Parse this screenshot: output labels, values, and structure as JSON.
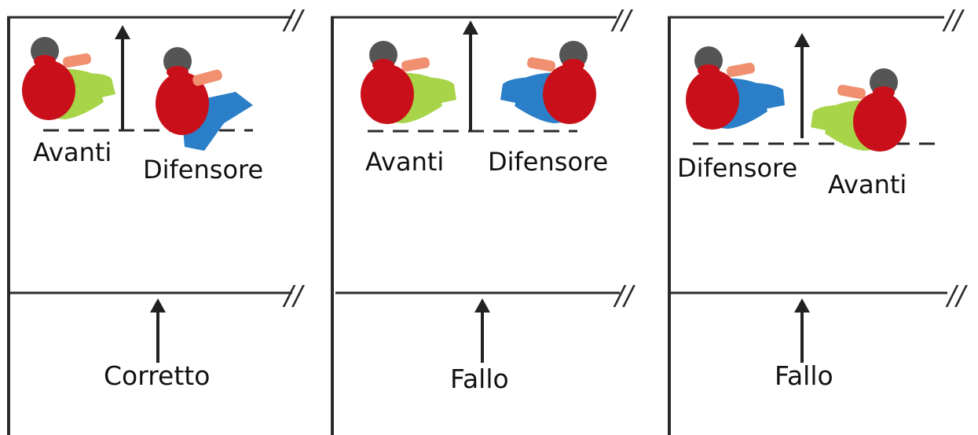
{
  "colors": {
    "line": "#2b2b2b",
    "attacker_shirt": "#c9101a",
    "attacker_shorts": "#a8d44a",
    "defender_shirt": "#c9101a",
    "defender_shorts": "#2a7fc8",
    "skin": "#f09070",
    "hair": "#555555"
  },
  "panels": [
    {
      "left_label": "Avanti",
      "right_label": "Difensore",
      "verdict": "Corretto"
    },
    {
      "left_label": "Avanti",
      "right_label": "Difensore",
      "verdict": "Fallo"
    },
    {
      "left_label": "Difensore",
      "right_label": "Avanti",
      "verdict": "Fallo"
    }
  ]
}
